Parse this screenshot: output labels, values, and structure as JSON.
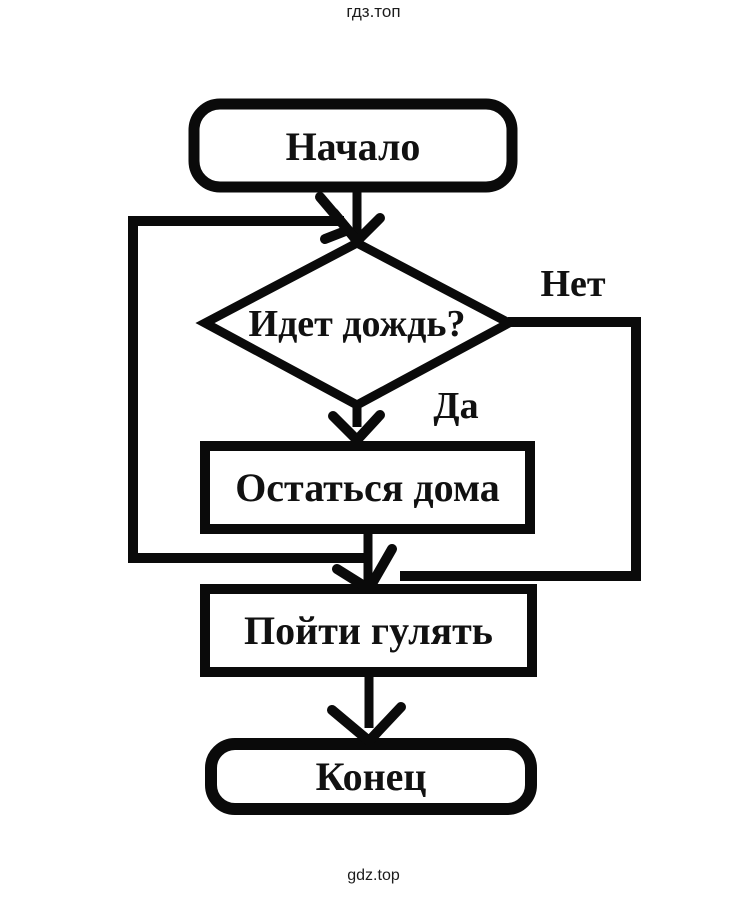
{
  "page": {
    "watermark_top": "гдз.топ",
    "watermark_bottom": "gdz.top"
  },
  "colors": {
    "ink": "#0a0a0a",
    "background": "#ffffff",
    "text": "#111111"
  },
  "flowchart": {
    "type": "flowchart",
    "nodes": [
      {
        "id": "start",
        "shape": "rounded-rectangle",
        "label": "Начало"
      },
      {
        "id": "is-it-raining",
        "shape": "diamond",
        "label": "Идет дождь?"
      },
      {
        "id": "stay-home",
        "shape": "rectangle",
        "label": "Остаться дома"
      },
      {
        "id": "go-for-walk",
        "shape": "rectangle",
        "label": "Пойти гулять"
      },
      {
        "id": "end",
        "shape": "rounded-rectangle",
        "label": "Конец"
      }
    ],
    "edges": [
      {
        "from": "start",
        "to": "is-it-raining",
        "label": ""
      },
      {
        "from": "is-it-raining",
        "to": "stay-home",
        "label": "Да"
      },
      {
        "from": "is-it-raining",
        "to": "go-for-walk",
        "label": "Нет"
      },
      {
        "from": "stay-home",
        "to": "is-it-raining",
        "label": ""
      },
      {
        "from": "go-for-walk",
        "to": "end",
        "label": ""
      }
    ]
  }
}
